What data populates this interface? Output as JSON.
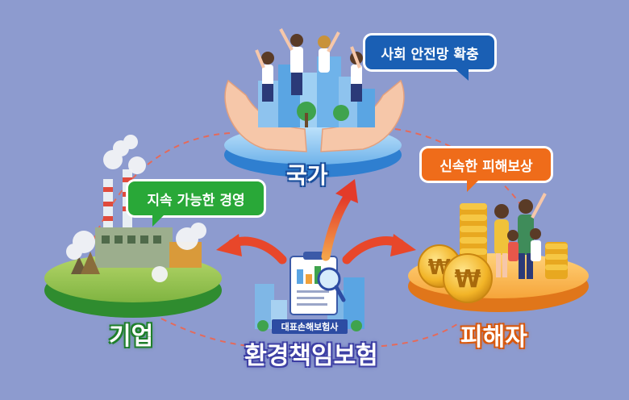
{
  "nodes": {
    "nation": {
      "label": "국가",
      "bubble": "사회 안전망 확충"
    },
    "victim": {
      "label": "피해자",
      "bubble": "신속한 피해보상"
    },
    "corporation": {
      "label": "기업",
      "bubble": "지속 가능한 경영"
    }
  },
  "center": {
    "company": "대표손해보험사",
    "product": "환경책임보험"
  },
  "colors": {
    "background": "#8d9bcf",
    "nation": "#1a5fb4",
    "victim": "#ef6c1a",
    "corporation": "#29a838",
    "arrow": "#e8472a"
  }
}
